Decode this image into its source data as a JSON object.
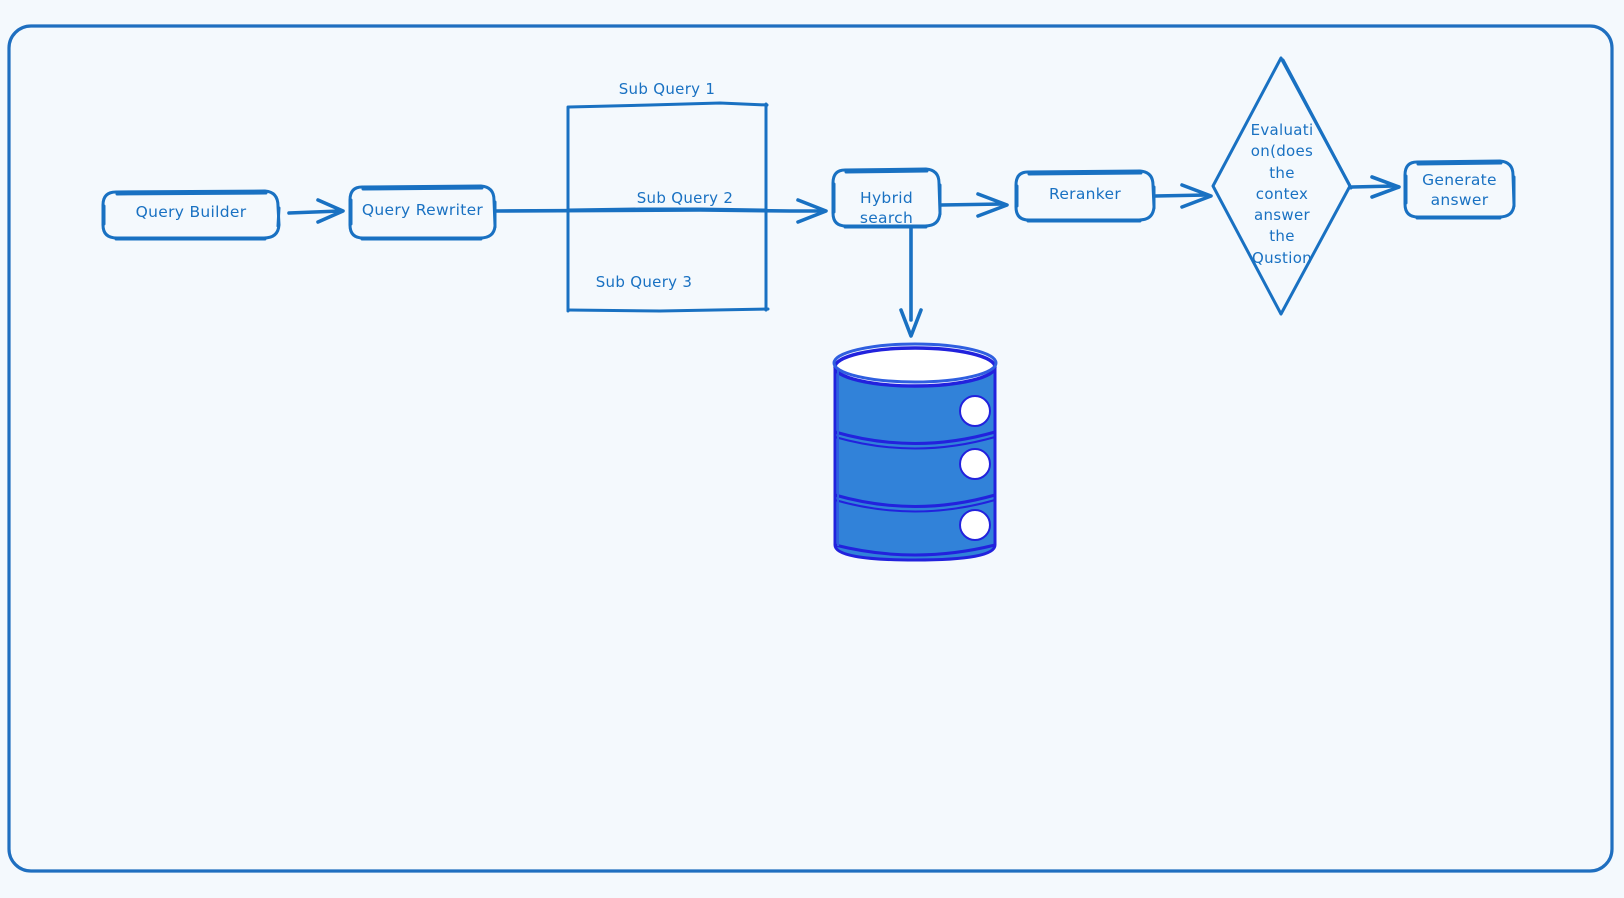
{
  "diagram": {
    "title": "RAG retrieval pipeline",
    "type": "flowchart",
    "background_color": "#f4f9fd",
    "stroke_color": "#1971c2",
    "text_color": "#1971c2",
    "db_fill_color": "#3182d9",
    "db_outline_color": "#2222dd",
    "frame": {
      "name": "canvas-frame"
    },
    "nodes": [
      {
        "id": "query-builder",
        "label": "Query Builder",
        "shape": "rounded-rect"
      },
      {
        "id": "query-rewriter",
        "label": "Query Rewriter",
        "shape": "rounded-rect"
      },
      {
        "id": "sub-query-1",
        "label": "Sub Query 1",
        "shape": "rect"
      },
      {
        "id": "sub-query-2",
        "label": "Sub Query 2",
        "shape": "rect"
      },
      {
        "id": "sub-query-3",
        "label": "Sub Query 3",
        "shape": "rect"
      },
      {
        "id": "hybrid-search",
        "label": "Hybrid search",
        "shape": "rounded-rect"
      },
      {
        "id": "reranker",
        "label": "Reranker",
        "shape": "rounded-rect"
      },
      {
        "id": "evaluation",
        "label": "Evaluati\non(does\nthe\ncontex\nanswer\nthe\nQustion",
        "shape": "diamond"
      },
      {
        "id": "generate-answer",
        "label": "Generate\nanswer",
        "shape": "rounded-rect"
      },
      {
        "id": "vector-database",
        "label": "",
        "shape": "database-cylinder"
      }
    ],
    "edges": [
      {
        "from": "query-builder",
        "to": "query-rewriter",
        "kind": "arrow"
      },
      {
        "from": "query-rewriter",
        "to": "hybrid-search",
        "kind": "arrow"
      },
      {
        "from": "hybrid-search",
        "to": "reranker",
        "kind": "arrow"
      },
      {
        "from": "hybrid-search",
        "to": "vector-database",
        "kind": "arrow"
      },
      {
        "from": "reranker",
        "to": "evaluation",
        "kind": "arrow"
      },
      {
        "from": "evaluation",
        "to": "generate-answer",
        "kind": "arrow"
      }
    ]
  }
}
